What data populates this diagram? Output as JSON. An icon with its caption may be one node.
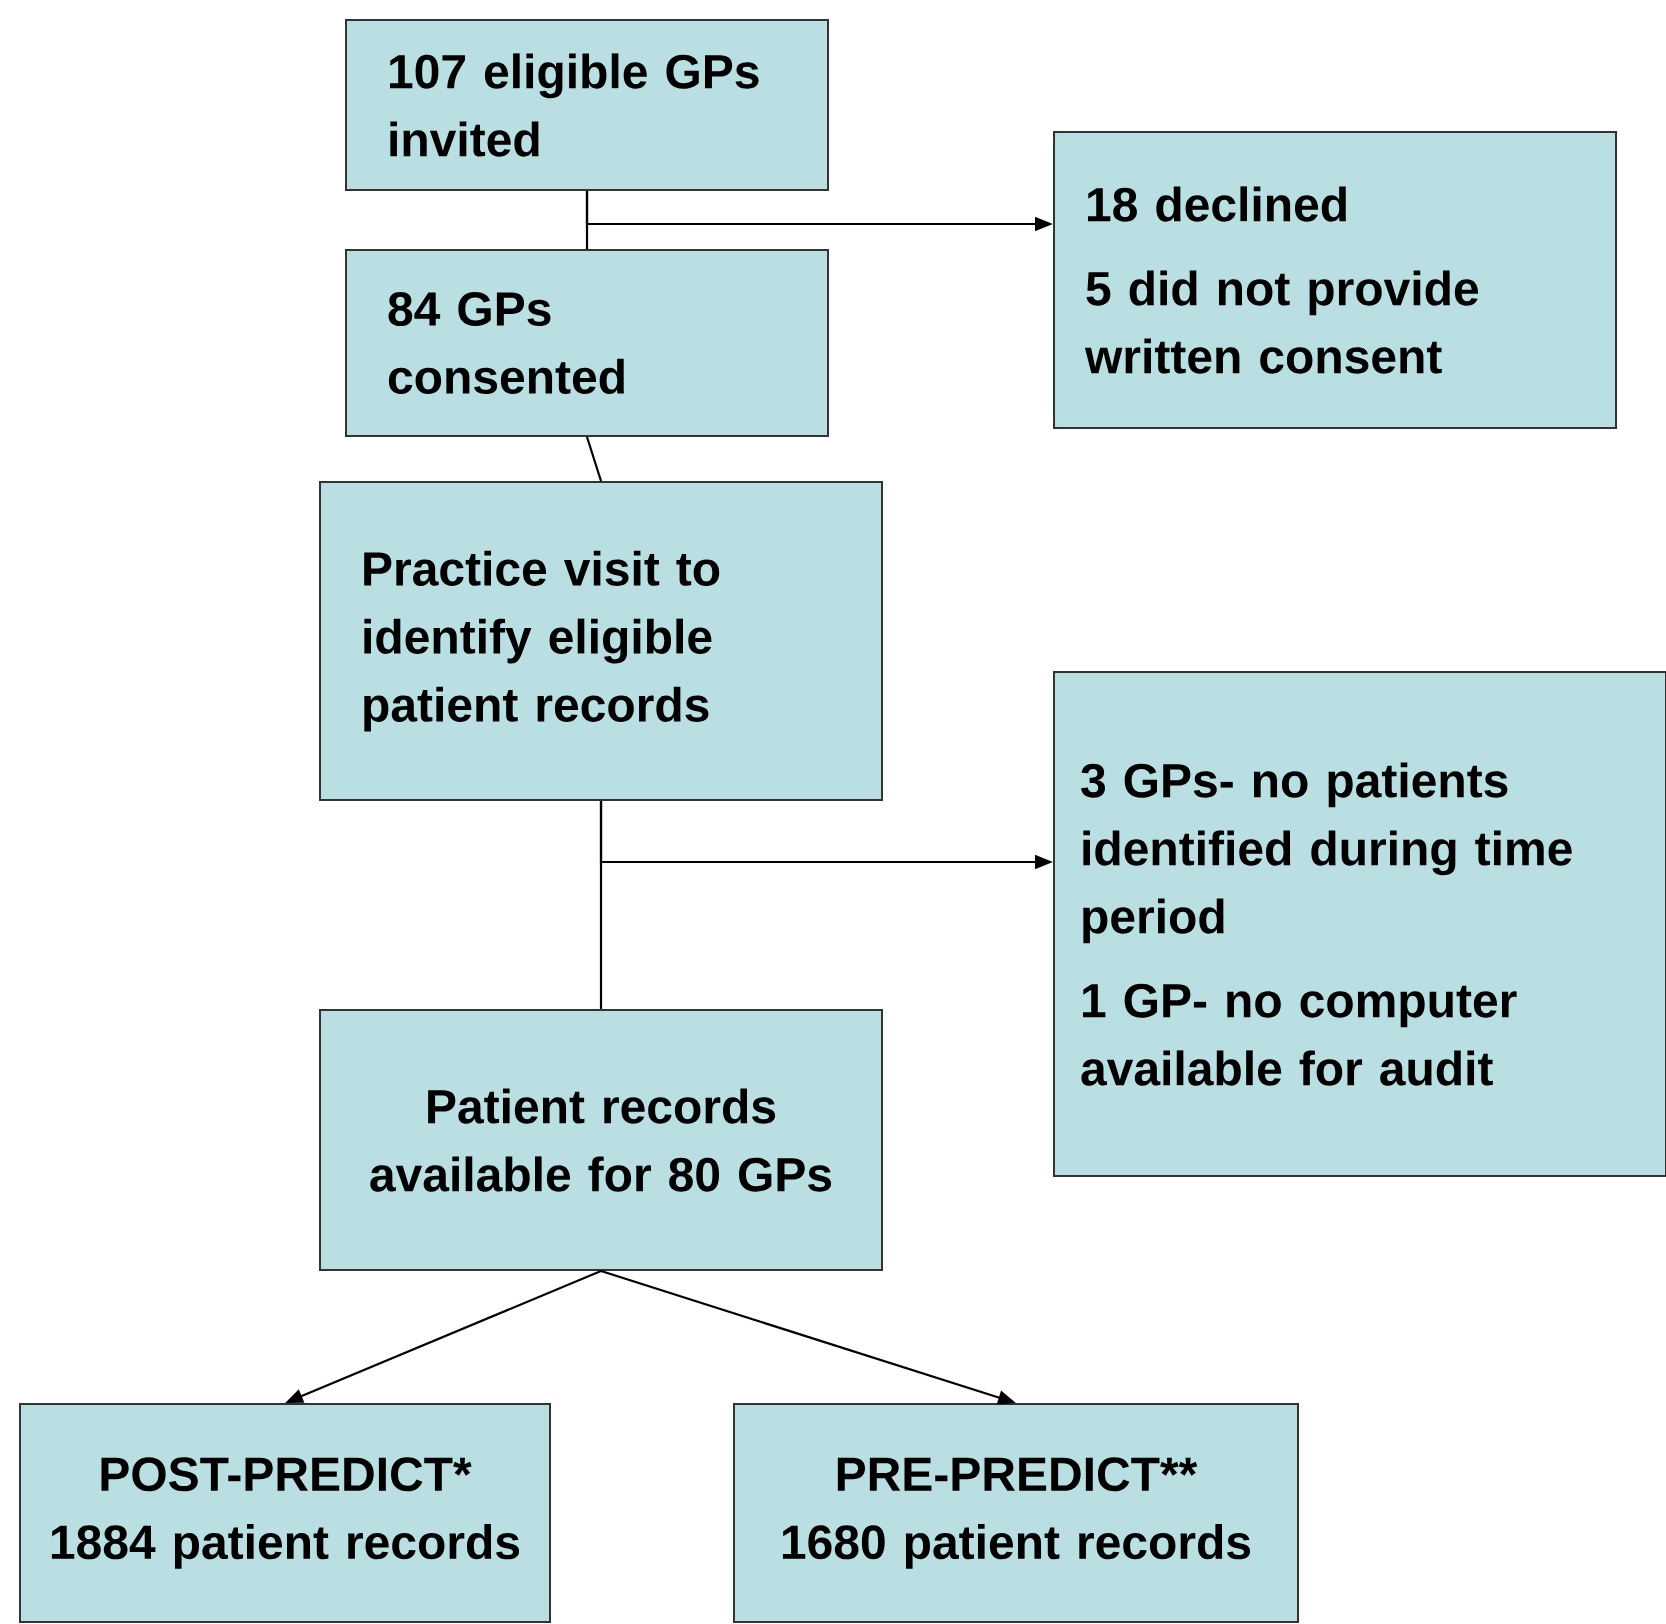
{
  "diagram": {
    "nodes": [
      {
        "text": [
          "107 eligible GPs invited"
        ]
      },
      {
        "text": [
          "18 declined",
          "5 did not provide written consent"
        ]
      },
      {
        "text": [
          "84 GPs consented"
        ]
      },
      {
        "text": [
          "Practice visit to identify eligible patient records"
        ]
      },
      {
        "text": [
          "3 GPs- no patients identified during time period",
          "1 GP- no computer available for audit"
        ]
      },
      {
        "text": [
          "Patient records available for 80 GPs"
        ]
      },
      {
        "text": [
          "POST-PREDICT* 1884 patient records"
        ]
      },
      {
        "text": [
          "PRE-PREDICT** 1680 patient records"
        ]
      }
    ],
    "edges": [
      {
        "from": 0,
        "to": 2,
        "arrow": "none"
      },
      {
        "from": 0,
        "to": 1,
        "arrow": "to"
      },
      {
        "from": 2,
        "to": 3,
        "arrow": "none"
      },
      {
        "from": 3,
        "to": 5,
        "arrow": "none"
      },
      {
        "from": 3,
        "to": 4,
        "arrow": "to"
      },
      {
        "from": 5,
        "to": 6,
        "arrow": "to"
      },
      {
        "from": 5,
        "to": 7,
        "arrow": "to"
      }
    ]
  }
}
